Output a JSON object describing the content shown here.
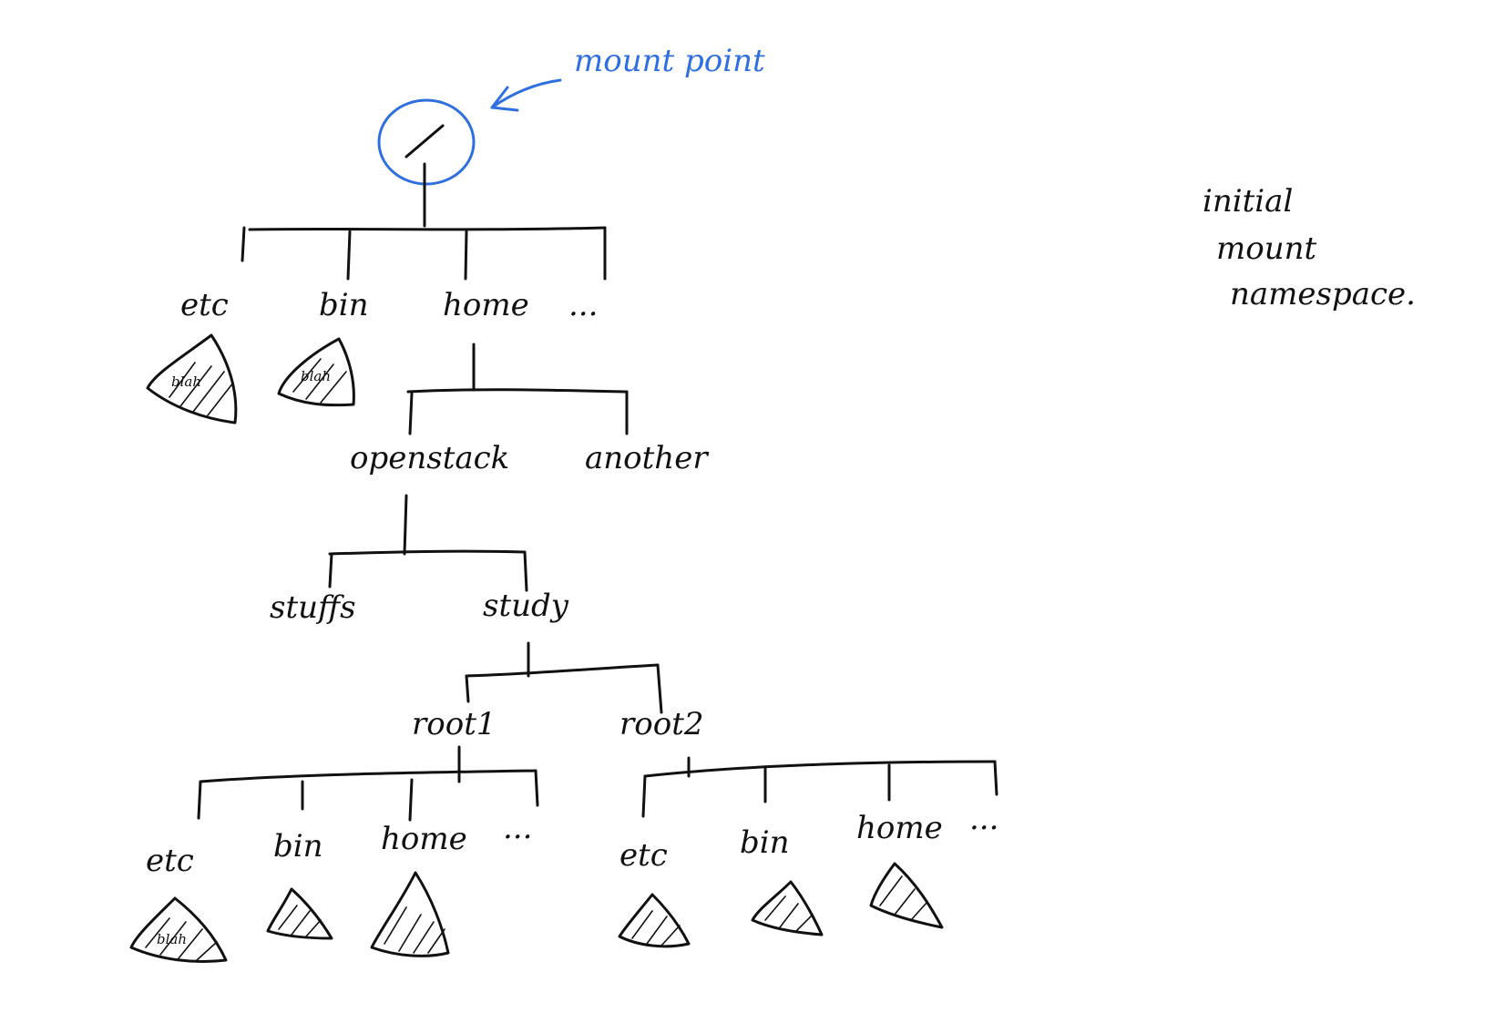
{
  "annotation": {
    "mount_point": "mount point"
  },
  "side_note": [
    "initial",
    "mount",
    "namespace."
  ],
  "root": {
    "label": "/"
  },
  "level1": {
    "etc": "etc",
    "bin": "bin",
    "home": "home",
    "more": "..."
  },
  "level1_fs": {
    "etc_content": "blah",
    "bin_content": "blah"
  },
  "home_children": {
    "openstack": "openstack",
    "another": "another"
  },
  "openstack_children": {
    "stuffs": "stuffs",
    "study": "study"
  },
  "study_children": {
    "root1": "root1",
    "root2": "root2"
  },
  "root1_children": {
    "etc": "etc",
    "bin": "bin",
    "home": "home",
    "more": "..."
  },
  "root1_fs": {
    "etc_content": "blah"
  },
  "root2_children": {
    "etc": "etc",
    "bin": "bin",
    "home": "home",
    "more": "..."
  },
  "colors": {
    "ink": "#111111",
    "annotation": "#2f6fe0",
    "background": "#ffffff"
  }
}
